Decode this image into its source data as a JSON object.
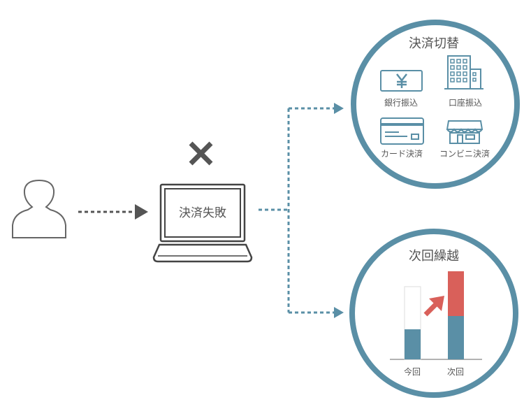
{
  "colors": {
    "teal": "#5a8fa6",
    "gray": "#555555",
    "red": "#d9605a",
    "outline": "#444444",
    "light": "#999999"
  },
  "laptop": {
    "screen_label": "決済失敗",
    "fail_icon": "x-mark-icon"
  },
  "user": {
    "icon": "person-icon"
  },
  "switch_panel": {
    "title": "決済切替",
    "methods": [
      {
        "label": "銀行振込",
        "icon": "yen-bill-icon"
      },
      {
        "label": "口座振込",
        "icon": "bank-building-icon"
      },
      {
        "label": "カード決済",
        "icon": "credit-card-icon"
      },
      {
        "label": "コンビニ決済",
        "icon": "convenience-store-icon"
      }
    ]
  },
  "carryover_panel": {
    "title": "次回繰越",
    "bars": [
      {
        "label": "今回",
        "amount": 1,
        "capacity": 2.4
      },
      {
        "label": "次回",
        "amount": 1,
        "carried": 1.4
      }
    ],
    "arrow_icon": "arrow-up-right-icon"
  }
}
